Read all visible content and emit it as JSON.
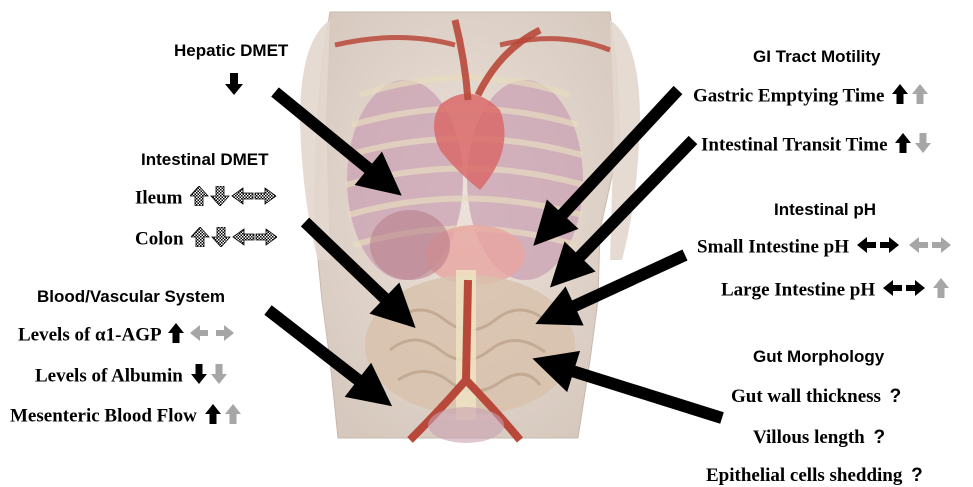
{
  "hepatic": {
    "title": "Hepatic DMET"
  },
  "intestinal_dmet": {
    "title": "Intestinal DMET",
    "items": [
      {
        "label": "Ileum"
      },
      {
        "label": "Colon"
      }
    ]
  },
  "blood": {
    "title": "Blood/Vascular System",
    "items": [
      {
        "label": "Levels of α1-AGP"
      },
      {
        "label": "Levels of Albumin"
      },
      {
        "label": "Mesenteric Blood Flow"
      }
    ]
  },
  "motility": {
    "title": "GI Tract Motility",
    "items": [
      {
        "label": "Gastric Emptying Time"
      },
      {
        "label": "Intestinal Transit Time"
      }
    ]
  },
  "ph": {
    "title": "Intestinal pH",
    "items": [
      {
        "label": "Small Intestine pH"
      },
      {
        "label": "Large Intestine pH"
      }
    ]
  },
  "morphology": {
    "title": "Gut Morphology",
    "items": [
      {
        "label": "Gut wall thickness",
        "symbol": "?"
      },
      {
        "label": "Villous length",
        "symbol": "?"
      },
      {
        "label": "Epithelial cells shedding",
        "symbol": "?"
      }
    ]
  },
  "colors": {
    "primary_arrow": "#000000",
    "secondary_arrow": "#a6a6a6",
    "artery": "#b8483a"
  }
}
